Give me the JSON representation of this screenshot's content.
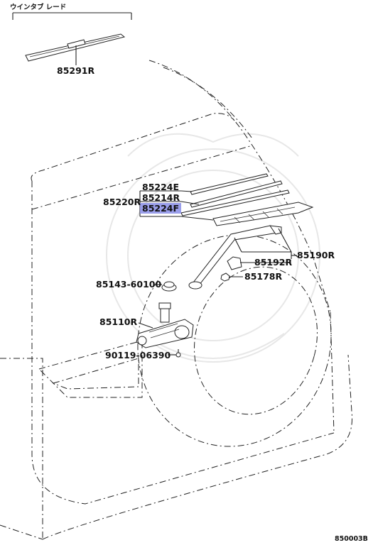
{
  "header": {
    "title": "ウインタブ レード"
  },
  "footer": {
    "code": "850003B"
  },
  "colors": {
    "highlight": "#8f93e8",
    "ink": "#111111"
  },
  "parts": {
    "p85291R": "85291R",
    "p85224E": "85224E",
    "p85214R": "85214R",
    "p85224F": "85224F",
    "p85220R": "85220R",
    "p85190R": "85190R",
    "p85192R": "85192R",
    "p85178R": "85178R",
    "p85143": "85143-60100",
    "p85110R": "85110R",
    "p90119": "90119-06390"
  }
}
